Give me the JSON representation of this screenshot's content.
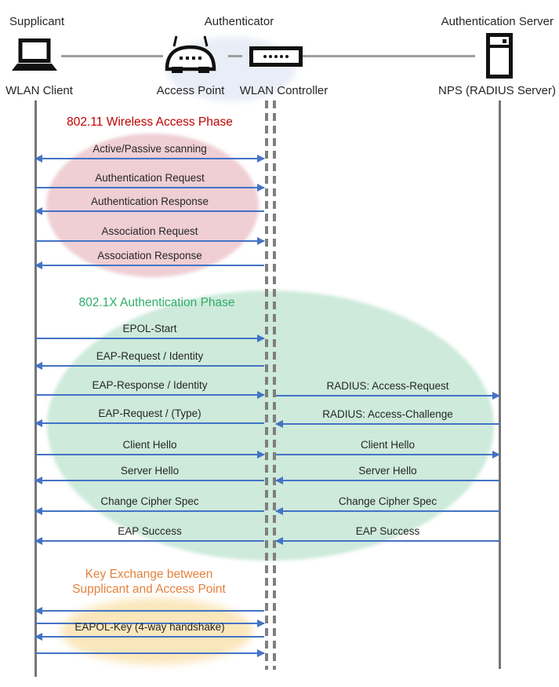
{
  "header": {
    "roles": [
      {
        "label": "Supplicant"
      },
      {
        "label": "Authenticator"
      },
      {
        "label": "Authentication Server"
      }
    ],
    "actors": [
      {
        "label": "WLAN Client",
        "icon": "laptop-icon"
      },
      {
        "label": "Access Point",
        "icon": "access-point-icon"
      },
      {
        "label": "WLAN Controller",
        "icon": "wlan-controller-icon"
      },
      {
        "label": "NPS (RADIUS Server)",
        "icon": "server-icon"
      }
    ]
  },
  "phases": [
    {
      "title": "802.11 Wireless Access Phase",
      "color": "#C00000",
      "fill": "#EFCED4"
    },
    {
      "title": "802.1X Authentication Phase",
      "color": "#2EAD68",
      "fill": "#CDEADB"
    },
    {
      "title_lines": [
        "Key Exchange between",
        "Supplicant and Access Point"
      ],
      "color": "#E5823C",
      "fill": "#FBE7BC"
    }
  ],
  "messages": {
    "left": [
      {
        "label": "Active/Passive scanning",
        "direction": "both"
      },
      {
        "label": "Authentication Request",
        "direction": "right"
      },
      {
        "label": "Authentication Response",
        "direction": "left"
      },
      {
        "label": "Association Request",
        "direction": "right"
      },
      {
        "label": "Association Response",
        "direction": "left"
      },
      {
        "label": "EPOL-Start",
        "direction": "right"
      },
      {
        "label": "EAP-Request / Identity",
        "direction": "left"
      },
      {
        "label": "EAP-Response / Identity",
        "direction": "right"
      },
      {
        "label": "EAP-Request / (Type)",
        "direction": "left"
      },
      {
        "label": "Client Hello",
        "direction": "right"
      },
      {
        "label": "Server Hello",
        "direction": "left"
      },
      {
        "label": "Change Cipher Spec",
        "direction": "left"
      },
      {
        "label": "EAP Success",
        "direction": "left"
      },
      {
        "label": "",
        "direction": "left"
      },
      {
        "label": "",
        "direction": "right"
      },
      {
        "label": "EAPOL-Key (4-way handshake)",
        "direction": "left"
      },
      {
        "label": "",
        "direction": "right"
      }
    ],
    "right": [
      {
        "label": "RADIUS: Access-Request",
        "direction": "right"
      },
      {
        "label": "RADIUS: Access-Challenge",
        "direction": "left"
      },
      {
        "label": "Client Hello",
        "direction": "right"
      },
      {
        "label": "Server Hello",
        "direction": "left"
      },
      {
        "label": "Change Cipher Spec",
        "direction": "left"
      },
      {
        "label": "EAP Success",
        "direction": "left"
      }
    ]
  },
  "colors": {
    "arrow": "#4473C5",
    "lifeline": "#757575",
    "connector": "#9E9E9E",
    "authenticator_fill": "#E9EDF7",
    "text": "#262626"
  }
}
